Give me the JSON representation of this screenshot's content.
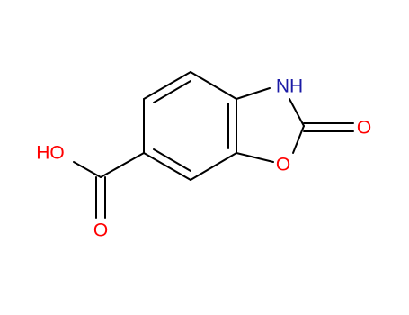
{
  "colors": {
    "bond": "#000000",
    "oxygen": "#ff0000",
    "nitrogen": "#1a1aa6"
  },
  "labels": {
    "nh": "NH",
    "carbonyl_o": "O",
    "ring_o": "O",
    "acid_oh": "HO",
    "acid_o": "O"
  }
}
